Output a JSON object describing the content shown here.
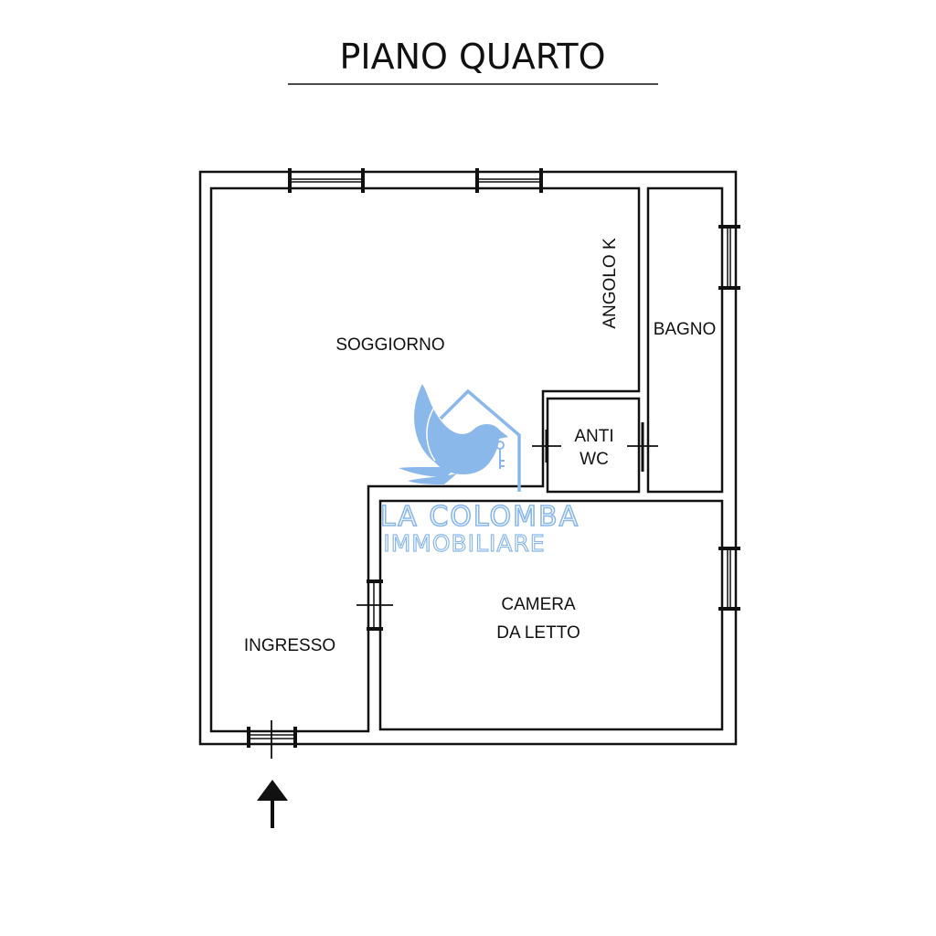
{
  "plan": {
    "title": "PIANO QUARTO",
    "rooms": {
      "soggiorno": "SOGGIORNO",
      "angolo_k": "ANGOLO K",
      "bagno": "BAGNO",
      "anti_wc_line1": "ANTI",
      "anti_wc_line2": "WC",
      "camera_line1": "CAMERA",
      "camera_line2": "DA LETTO",
      "ingresso": "INGRESSO"
    },
    "entrance_arrow_icon": "arrow-up-icon"
  },
  "watermark": {
    "brand_line1": "LA COLOMBA",
    "brand_line2": "IMMOBILIARE",
    "logo_icon": "dove-house-key-logo",
    "color": "#8ab8ea"
  },
  "colors": {
    "walls": "#111111",
    "background": "#ffffff"
  }
}
